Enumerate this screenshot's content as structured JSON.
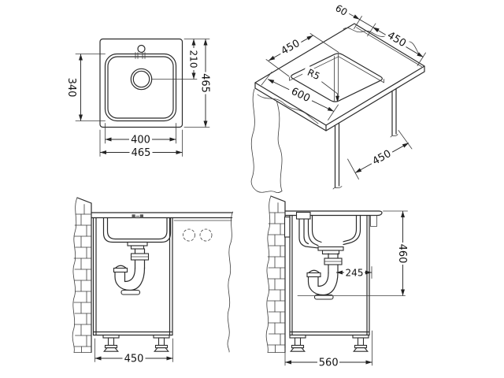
{
  "dims": {
    "top_view": {
      "bowl_depth": "340",
      "bowl_width": "400",
      "overall_width": "465",
      "drain_setback": "210",
      "overall_depth": "465"
    },
    "iso_view": {
      "back_clearance": "60",
      "cutout_side_a": "450",
      "cutout_side_b": "450",
      "radius": "R5",
      "worktop_depth": "600",
      "cabinet_depth": "450"
    },
    "front_view": {
      "cabinet_width": "450"
    },
    "side_view": {
      "drain_height": "460",
      "trap_offset": "245",
      "cabinet_depth": "560"
    }
  }
}
